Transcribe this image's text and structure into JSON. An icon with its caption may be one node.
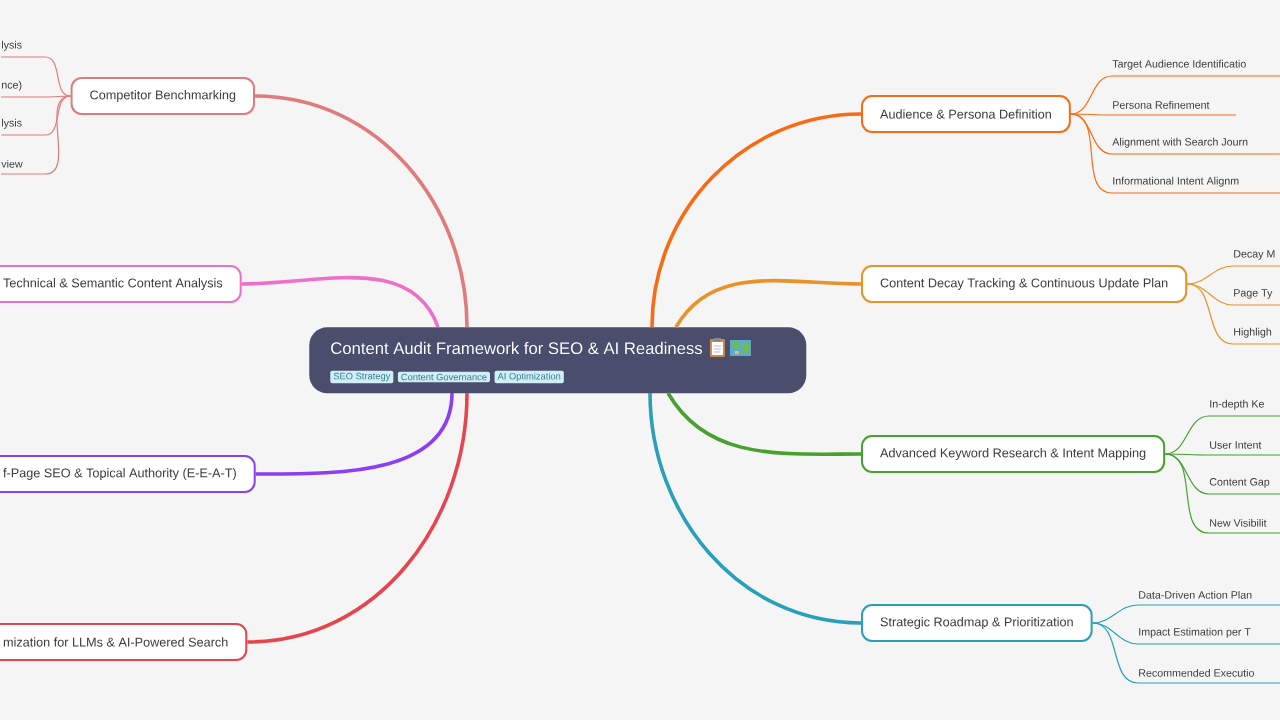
{
  "diagram": {
    "nodes": [
      {
        "text": [
          "Content Audit Framework for SEO & AI Readiness"
        ]
      },
      {
        "text": [
          "SEO Strategy"
        ],
        "in": 0
      },
      {
        "text": [
          "Content Governance"
        ],
        "in": 0
      },
      {
        "text": [
          "AI Optimization"
        ],
        "in": 0
      },
      {
        "text": [
          "Competitor Benchmarking"
        ]
      },
      {
        "text": [
          "lysis"
        ]
      },
      {
        "text": [
          "nce)"
        ]
      },
      {
        "text": [
          "lysis"
        ]
      },
      {
        "text": [
          "view"
        ]
      },
      {
        "text": [
          "Technical & Semantic Content Analysis"
        ]
      },
      {
        "text": [
          "f-Page SEO & Topical Authority (E-E-A-T)"
        ]
      },
      {
        "text": [
          "mization for LLMs & AI-Powered Search"
        ]
      },
      {
        "text": [
          "Audience & Persona Definition"
        ]
      },
      {
        "text": [
          "Target Audience Identificatio"
        ]
      },
      {
        "text": [
          "Persona Refinement"
        ]
      },
      {
        "text": [
          "Alignment with Search Journ"
        ]
      },
      {
        "text": [
          "Informational Intent Alignm"
        ]
      },
      {
        "text": [
          "Content Decay Tracking & Continuous Update Plan"
        ]
      },
      {
        "text": [
          "Decay M"
        ]
      },
      {
        "text": [
          "Page Ty"
        ]
      },
      {
        "text": [
          "Highligh"
        ]
      },
      {
        "text": [
          "Advanced Keyword Research & Intent Mapping"
        ]
      },
      {
        "text": [
          "In-depth Ke"
        ]
      },
      {
        "text": [
          "User Intent"
        ]
      },
      {
        "text": [
          "Content Gap"
        ]
      },
      {
        "text": [
          "New Visibilit"
        ]
      },
      {
        "text": [
          "Strategic Roadmap & Prioritization"
        ]
      },
      {
        "text": [
          "Data-Driven Action Plan"
        ]
      },
      {
        "text": [
          "Impact Estimation per T"
        ]
      },
      {
        "text": [
          "Recommended Executio"
        ]
      }
    ],
    "edges": [
      {
        "from": 0,
        "to": 4,
        "arrow": "none",
        "style": "thick",
        "color": "#e07b7b"
      },
      {
        "from": 4,
        "to": 5,
        "arrow": "none",
        "color": "#e07b7b"
      },
      {
        "from": 4,
        "to": 6,
        "arrow": "none",
        "color": "#e07b7b"
      },
      {
        "from": 4,
        "to": 7,
        "arrow": "none",
        "color": "#e07b7b"
      },
      {
        "from": 4,
        "to": 8,
        "arrow": "none",
        "color": "#e07b7b"
      },
      {
        "from": 0,
        "to": 9,
        "arrow": "none",
        "style": "thick",
        "color": "#ec6fc9"
      },
      {
        "from": 0,
        "to": 10,
        "arrow": "none",
        "style": "thick",
        "color": "#8b3ff0"
      },
      {
        "from": 0,
        "to": 11,
        "arrow": "none",
        "style": "thick",
        "color": "#e5454f"
      },
      {
        "from": 0,
        "to": 12,
        "arrow": "none",
        "style": "thick",
        "color": "#f76b15"
      },
      {
        "from": 12,
        "to": 13,
        "arrow": "none",
        "color": "#f76b15"
      },
      {
        "from": 12,
        "to": 14,
        "arrow": "none",
        "color": "#f76b15"
      },
      {
        "from": 12,
        "to": 15,
        "arrow": "none",
        "color": "#f76b15"
      },
      {
        "from": 12,
        "to": 16,
        "arrow": "none",
        "color": "#f76b15"
      },
      {
        "from": 0,
        "to": 17,
        "arrow": "none",
        "style": "thick",
        "color": "#e8922a"
      },
      {
        "from": 17,
        "to": 18,
        "arrow": "none",
        "color": "#e8922a"
      },
      {
        "from": 17,
        "to": 19,
        "arrow": "none",
        "color": "#e8922a"
      },
      {
        "from": 17,
        "to": 20,
        "arrow": "none",
        "color": "#e8922a"
      },
      {
        "from": 0,
        "to": 21,
        "arrow": "none",
        "style": "thick",
        "color": "#47a02f"
      },
      {
        "from": 21,
        "to": 22,
        "arrow": "none",
        "color": "#47a02f"
      },
      {
        "from": 21,
        "to": 23,
        "arrow": "none",
        "color": "#47a02f"
      },
      {
        "from": 21,
        "to": 24,
        "arrow": "none",
        "color": "#47a02f"
      },
      {
        "from": 21,
        "to": 25,
        "arrow": "none",
        "color": "#47a02f"
      },
      {
        "from": 0,
        "to": 26,
        "arrow": "none",
        "style": "thick",
        "color": "#2a9fb8"
      },
      {
        "from": 26,
        "to": 27,
        "arrow": "none",
        "color": "#2a9fb8"
      },
      {
        "from": 26,
        "to": 28,
        "arrow": "none",
        "color": "#2a9fb8"
      },
      {
        "from": 26,
        "to": 29,
        "arrow": "none",
        "color": "#2a9fb8"
      }
    ]
  }
}
